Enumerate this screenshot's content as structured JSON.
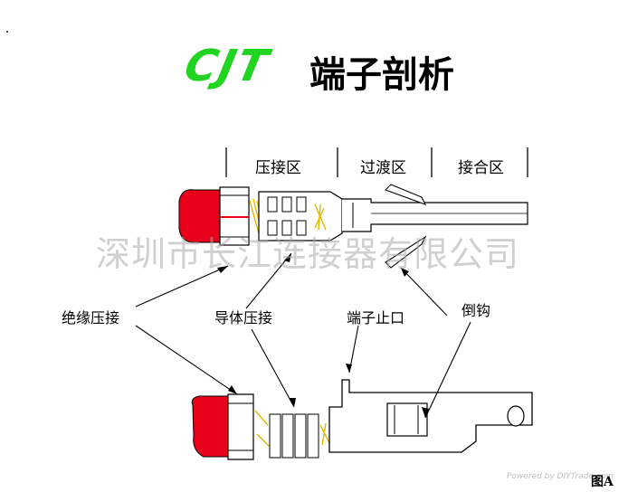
{
  "header": {
    "logo": "CJT",
    "title": "端子剖析"
  },
  "zones": {
    "crimp": "压接区",
    "transition": "过渡区",
    "mating": "接合区"
  },
  "callouts": {
    "insulation_crimp": "绝缘压接",
    "conductor_crimp": "导体压接",
    "terminal_stop": "端子止口",
    "barb": "倒钩"
  },
  "watermark": "深圳市长江连接器有限公司",
  "footer": {
    "powered_by": "Powered by DIYTrade.com",
    "figure_label": "图A"
  },
  "colors": {
    "logo_green": "#22d422",
    "insulation_red": "#e8001a",
    "wire_strands": "#f2d21c"
  }
}
